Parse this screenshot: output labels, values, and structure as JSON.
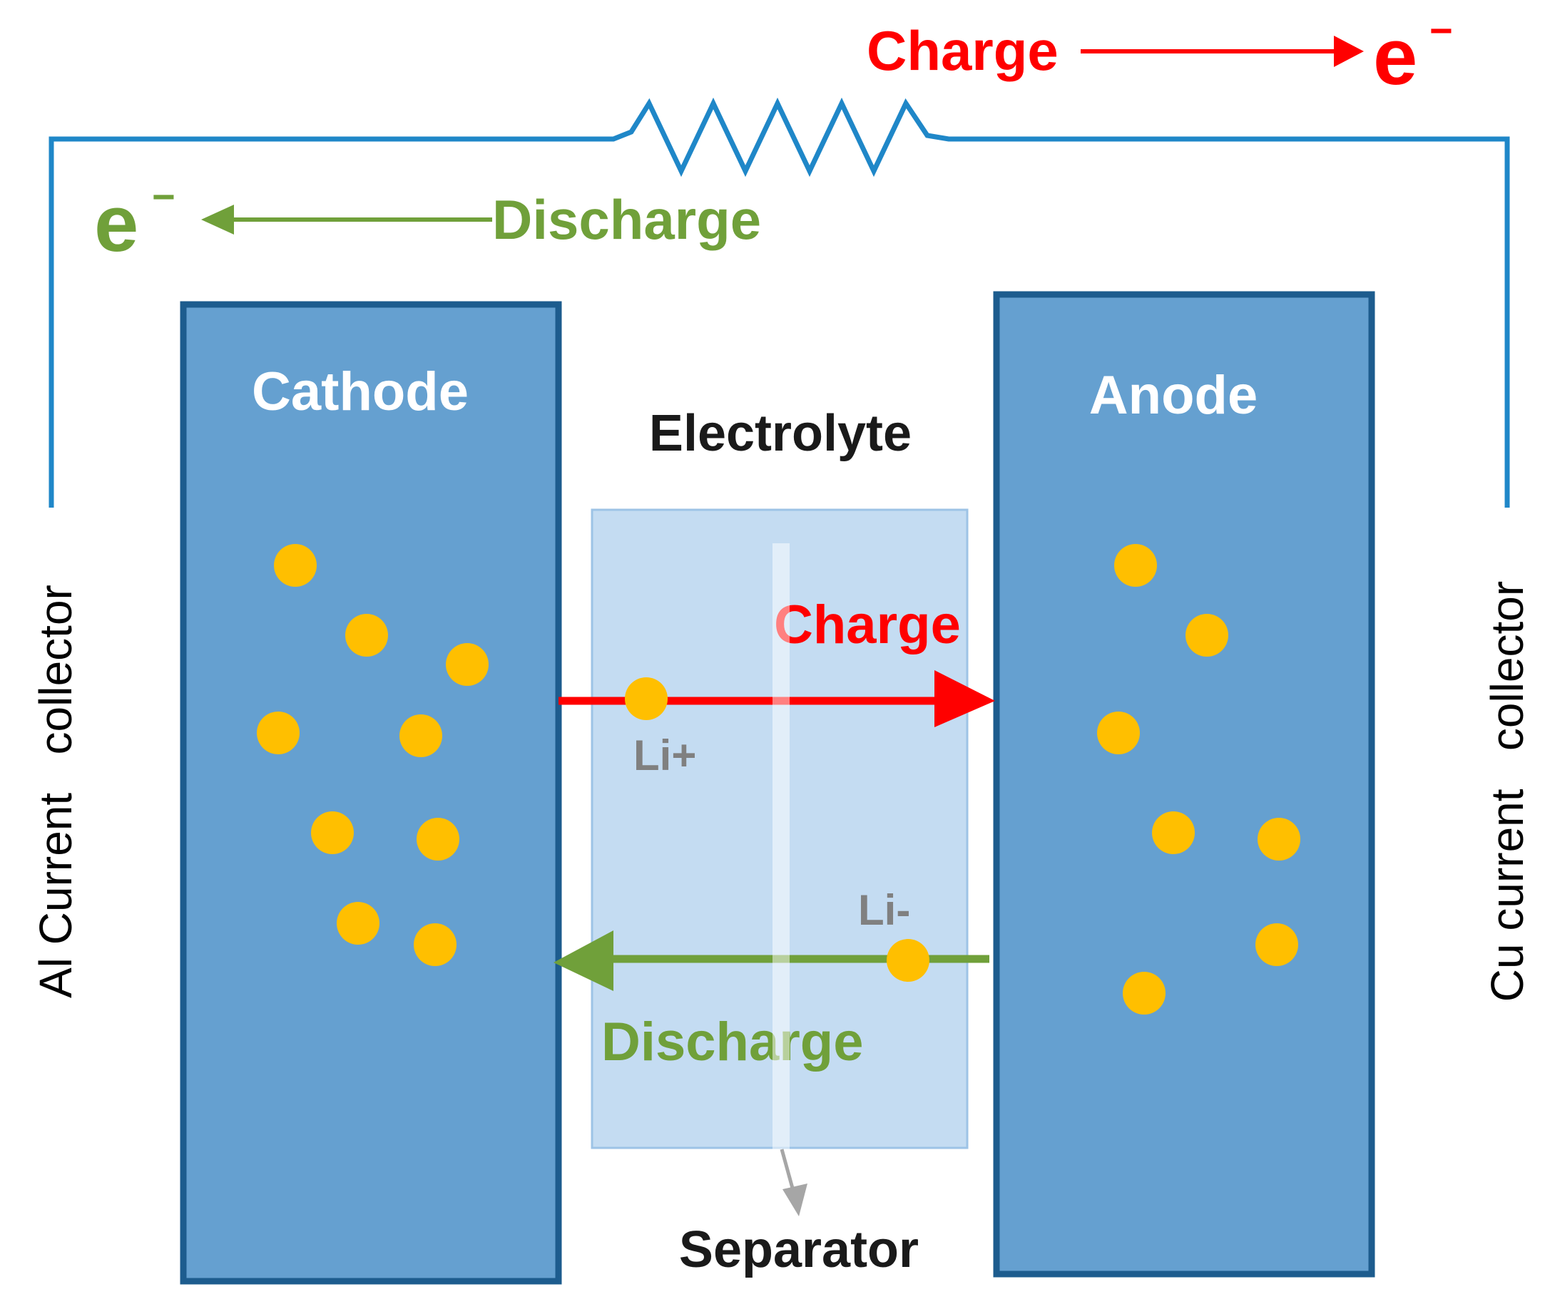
{
  "circuit": {
    "charge_label": "Charge",
    "discharge_label": "Discharge",
    "electron_symbol": "e",
    "electron_charge": "−"
  },
  "left_collector": {
    "label": "Al Current   collector"
  },
  "right_collector": {
    "label": "Cu current   collector"
  },
  "cathode": {
    "label": "Cathode"
  },
  "anode": {
    "label": "Anode"
  },
  "electrolyte": {
    "label": "Electrolyte"
  },
  "separator": {
    "label": "Separator"
  },
  "ion_flow": {
    "charge_label": "Charge",
    "discharge_label": "Discharge",
    "charge_ion_label": "Li+",
    "discharge_ion_label": "Li-"
  },
  "colors": {
    "charge": "#ff0000",
    "discharge": "#70a03a",
    "wire": "#1f87c8",
    "electrode_fill": "#65a0d0",
    "electrode_border": "#1d5c8e",
    "electrolyte_fill": "#c4dcf2",
    "ion": "#ffbf00",
    "ion_label": "#808080"
  }
}
